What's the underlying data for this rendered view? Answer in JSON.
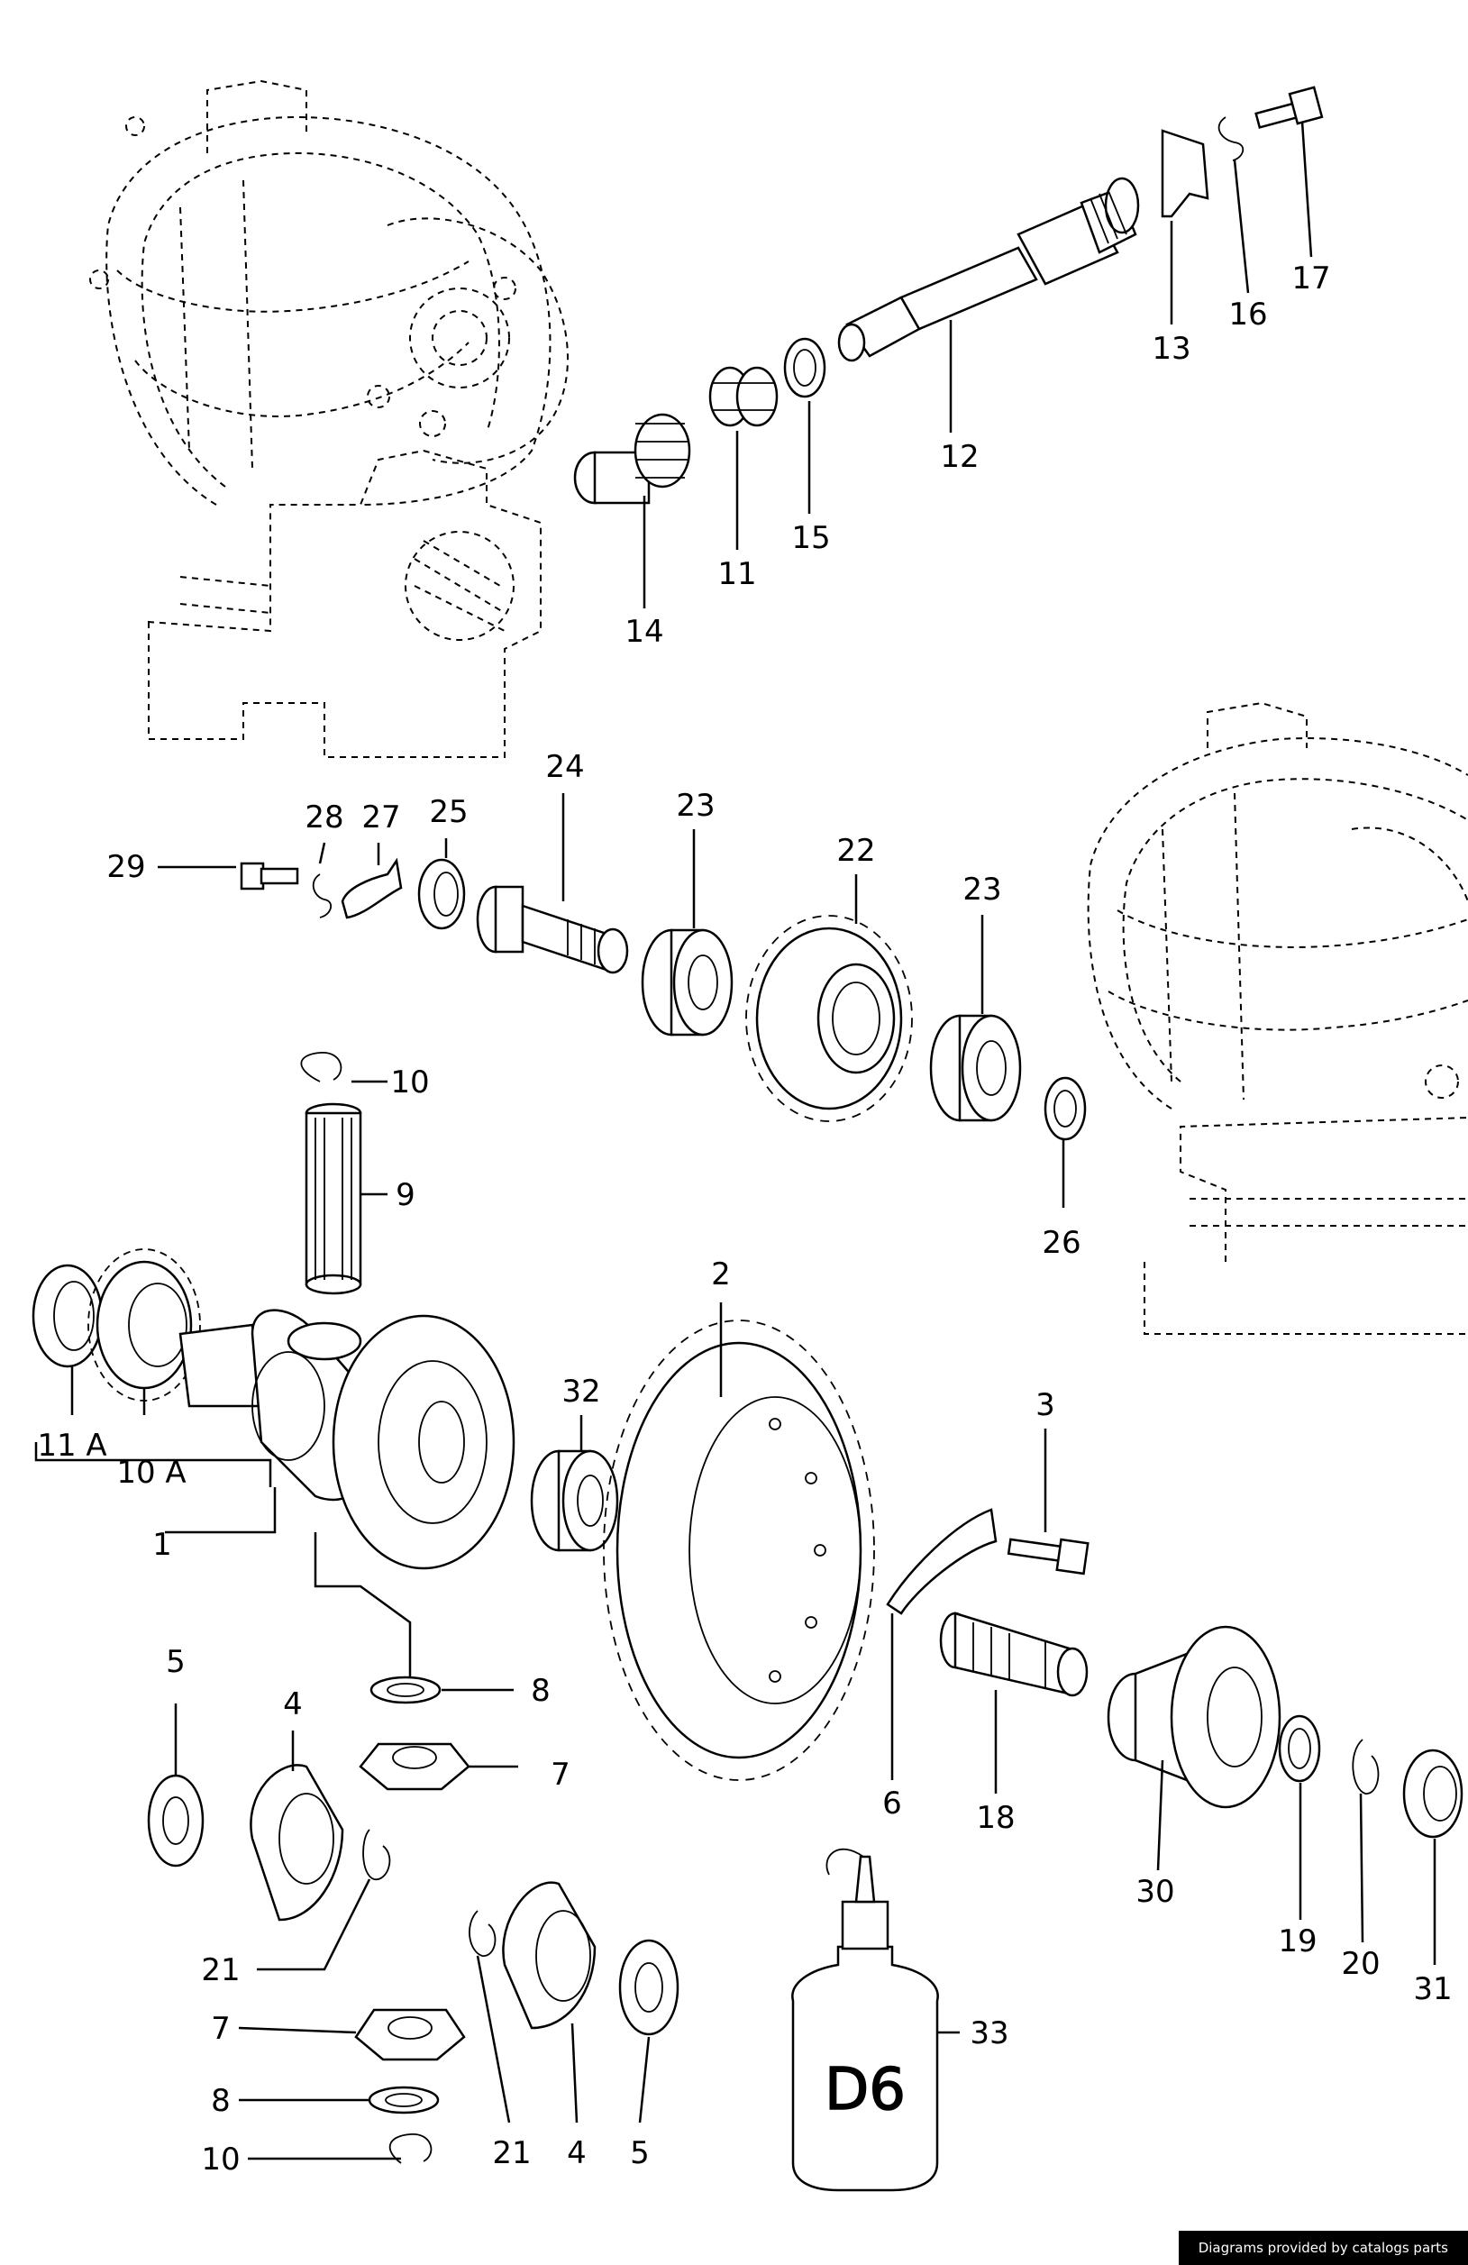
{
  "labels": {
    "l1": "1",
    "l2": "2",
    "l3": "3",
    "l4a": "4",
    "l4b": "4",
    "l5a": "5",
    "l5b": "5",
    "l6": "6",
    "l7a": "7",
    "l7b": "7",
    "l8a": "8",
    "l8b": "8",
    "l9": "9",
    "l10a": "10",
    "l10b": "10",
    "l10A": "10 A",
    "l11": "11",
    "l11A": "11 A",
    "l12": "12",
    "l13": "13",
    "l14": "14",
    "l15": "15",
    "l16": "16",
    "l17": "17",
    "l18": "18",
    "l19": "19",
    "l20": "20",
    "l21a": "21",
    "l21b": "21",
    "l22": "22",
    "l23a": "23",
    "l23b": "23",
    "l24": "24",
    "l25": "25",
    "l26": "26",
    "l27": "27",
    "l28": "28",
    "l29": "29",
    "l30": "30",
    "l31": "31",
    "l32": "32",
    "l33": "33"
  },
  "bottle_marking": "D6",
  "credit": "Diagrams provided by catalogs parts"
}
